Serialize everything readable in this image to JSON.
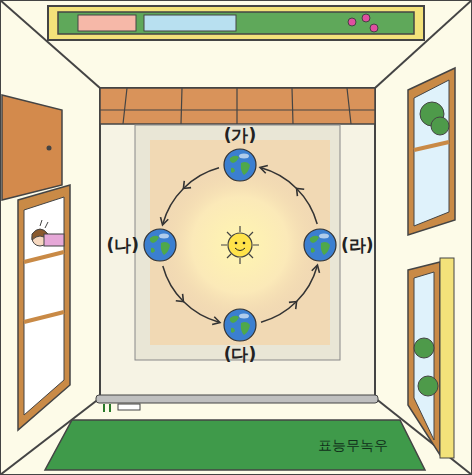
{
  "diagram": {
    "nodes": [
      {
        "text": [
          "(가)"
        ]
      },
      {
        "text": [
          "(나)"
        ]
      },
      {
        "text": [
          "(다)"
        ]
      },
      {
        "text": [
          "(라)"
        ]
      }
    ],
    "edges": [
      {
        "from": 0,
        "to": 1,
        "arrow": "to"
      },
      {
        "from": 1,
        "to": 2,
        "arrow": "to"
      },
      {
        "from": 2,
        "to": 3,
        "arrow": "to"
      },
      {
        "from": 3,
        "to": 0,
        "arrow": "to"
      }
    ],
    "labels": [
      "표능무녹우"
    ]
  }
}
